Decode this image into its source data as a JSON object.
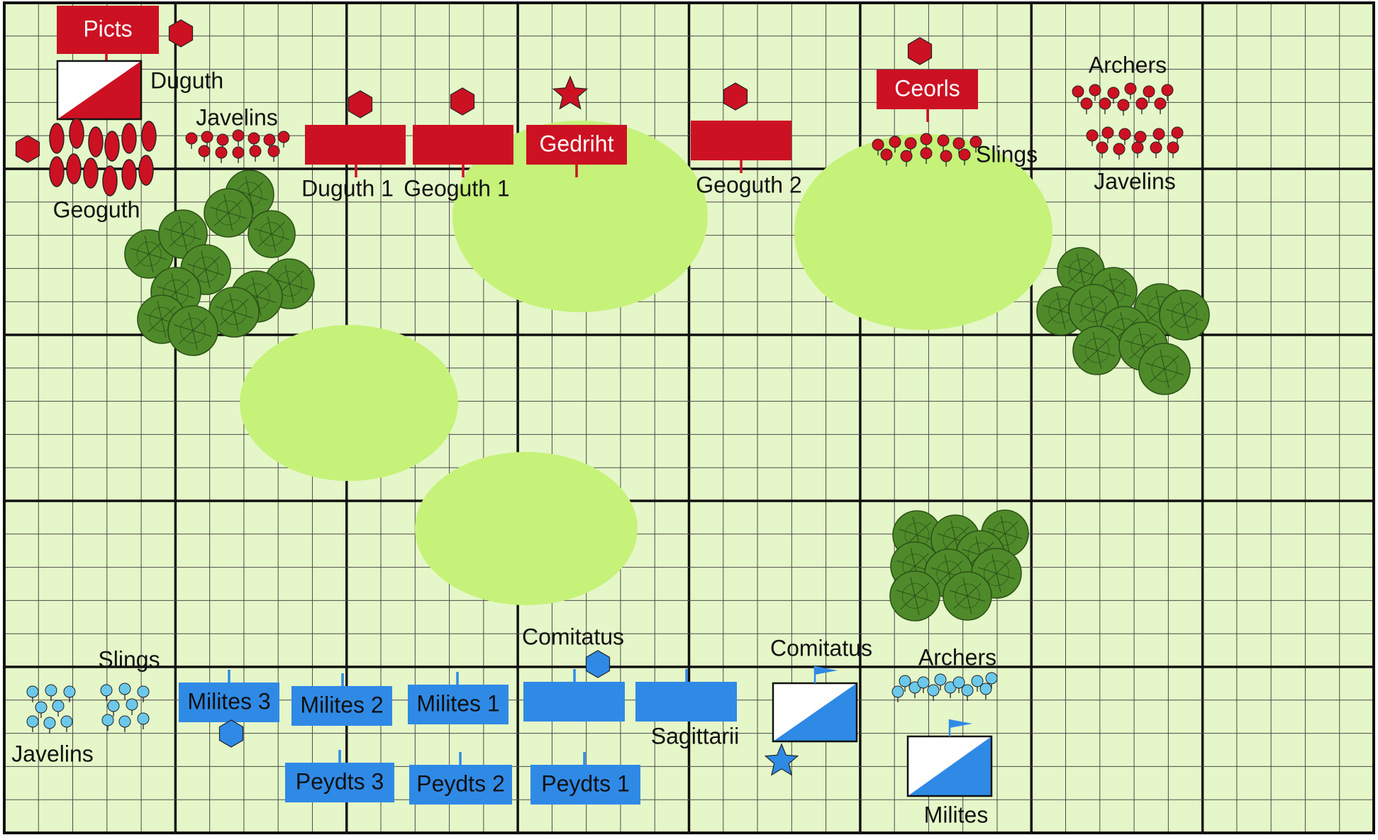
{
  "palette": {
    "field": "#e5f7c8",
    "fine_grid": "#4a4a4a",
    "major_grid": "#111111",
    "hill": "#c6f27a",
    "tree": "#4f8a2a",
    "tree_dark": "#2c5218",
    "red_army": "#cc1122",
    "blue_army": "#2f8ae6",
    "light_blue": "#6cc8ea",
    "label": "#111111",
    "light_text": "#ffffff",
    "dark_text": "#111111"
  },
  "map": {
    "major_columns": 8,
    "major_rows": 5,
    "minor_per_major": 5
  },
  "saxon_army": {
    "units": [
      {
        "id": "picts",
        "label": "Picts",
        "kind": "block",
        "tick": "down"
      },
      {
        "id": "duguth-1",
        "label": "Duguth 1",
        "kind": "block",
        "tick": "down"
      },
      {
        "id": "geoguth-1",
        "label": "Geoguth 1",
        "kind": "block",
        "tick": "down"
      },
      {
        "id": "gedriht",
        "label": "Gedriht",
        "kind": "block",
        "tick": "down"
      },
      {
        "id": "geoguth-2",
        "label": "Geoguth 2",
        "kind": "block",
        "tick": "down"
      },
      {
        "id": "ceorls",
        "label": "Ceorls",
        "kind": "block",
        "tick": "down"
      }
    ],
    "text_labels": [
      {
        "id": "duguth",
        "label": "Duguth"
      },
      {
        "id": "geoguth",
        "label": "Geoguth"
      },
      {
        "id": "javelins-left",
        "label": "Javelins"
      },
      {
        "id": "archers",
        "label": "Archers"
      },
      {
        "id": "slings",
        "label": "Slings"
      },
      {
        "id": "javelins-right",
        "label": "Javelins"
      }
    ],
    "markers": [
      {
        "id": "picts-leader",
        "shape": "hexagon"
      },
      {
        "id": "geoguth-leader",
        "shape": "hexagon"
      },
      {
        "id": "duguth1-leader",
        "shape": "hexagon"
      },
      {
        "id": "geoguth1-leader",
        "shape": "hexagon"
      },
      {
        "id": "gedriht-general",
        "shape": "star"
      },
      {
        "id": "geoguth2-leader",
        "shape": "hexagon"
      },
      {
        "id": "ceorls-leader",
        "shape": "hexagon"
      }
    ],
    "flag_units": [
      {
        "id": "duguth-mounted",
        "shape": "diagonal-split"
      }
    ]
  },
  "romano_british_army": {
    "units": [
      {
        "id": "milites-3",
        "label": "Milites 3",
        "kind": "block",
        "tick": "up"
      },
      {
        "id": "milites-2",
        "label": "Milites 2",
        "kind": "block",
        "tick": "up"
      },
      {
        "id": "milites-1",
        "label": "Milites 1",
        "kind": "block",
        "tick": "up"
      },
      {
        "id": "comitatus-foot",
        "label": "",
        "kind": "block",
        "tick": "up"
      },
      {
        "id": "sagittarii",
        "label": "",
        "kind": "block",
        "tick": "up"
      },
      {
        "id": "peydts-3",
        "label": "Peydts 3",
        "kind": "block",
        "tick": "up"
      },
      {
        "id": "peydts-2",
        "label": "Peydts 2",
        "kind": "block",
        "tick": "up"
      },
      {
        "id": "peydts-1",
        "label": "Peydts 1",
        "kind": "block",
        "tick": "up"
      }
    ],
    "text_labels": [
      {
        "id": "comitatus-top",
        "label": "Comitatus"
      },
      {
        "id": "sagittarii-label",
        "label": "Sagittarii"
      },
      {
        "id": "comitatus-cavalry",
        "label": "Comitatus"
      },
      {
        "id": "archers-blue",
        "label": "Archers"
      },
      {
        "id": "milites-cavalry",
        "label": "Milites"
      },
      {
        "id": "slings-blue",
        "label": "Slings"
      },
      {
        "id": "javelins-blue",
        "label": "Javelins"
      }
    ],
    "markers": [
      {
        "id": "milites3-leader",
        "shape": "hexagon"
      },
      {
        "id": "comitatus-leader",
        "shape": "hexagon"
      },
      {
        "id": "cavalry-general",
        "shape": "star"
      }
    ],
    "flag_units": [
      {
        "id": "comitatus-cavalry-unit",
        "shape": "diagonal-split"
      },
      {
        "id": "milites-cavalry-unit",
        "shape": "diagonal-split"
      }
    ]
  },
  "terrain": {
    "hills": [
      {
        "id": "hill-gedriht"
      },
      {
        "id": "hill-ceorls"
      },
      {
        "id": "hill-center-left"
      },
      {
        "id": "hill-center"
      }
    ],
    "woods": [
      {
        "id": "wood-left"
      },
      {
        "id": "wood-right"
      },
      {
        "id": "wood-center"
      }
    ]
  }
}
